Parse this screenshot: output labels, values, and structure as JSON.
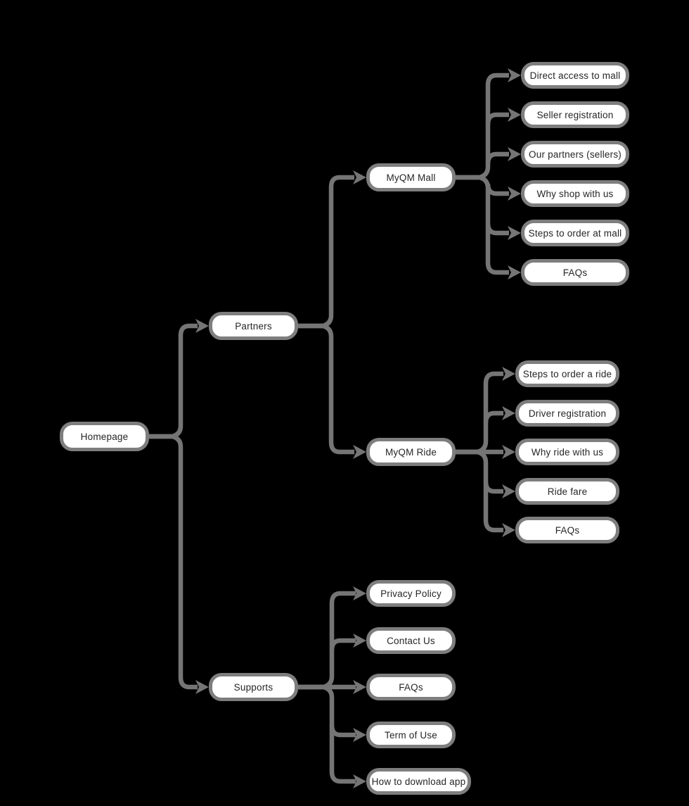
{
  "diagram_type": "sitemap-tree",
  "palette": {
    "background": "#000000",
    "connector": "#757575",
    "node_border": "#7e7e7e",
    "node_fill": "#ffffff",
    "node_text": "#262626"
  },
  "tree": {
    "label": "Homepage",
    "children": [
      {
        "label": "Partners",
        "children": [
          {
            "label": "MyQM Mall",
            "children": [
              {
                "label": "Direct access to mall"
              },
              {
                "label": "Seller registration"
              },
              {
                "label": "Our partners (sellers)"
              },
              {
                "label": "Why shop with us"
              },
              {
                "label": "Steps to order at mall"
              },
              {
                "label": "FAQs"
              }
            ]
          },
          {
            "label": "MyQM Ride",
            "children": [
              {
                "label": "Steps to order a ride"
              },
              {
                "label": "Driver registration"
              },
              {
                "label": "Why ride with us"
              },
              {
                "label": "Ride fare"
              },
              {
                "label": "FAQs"
              }
            ]
          }
        ]
      },
      {
        "label": "Supports",
        "children": [
          {
            "label": "Privacy Policy"
          },
          {
            "label": "Contact Us"
          },
          {
            "label": "FAQs"
          },
          {
            "label": "Term of Use"
          },
          {
            "label": "How to download app"
          }
        ]
      }
    ]
  }
}
